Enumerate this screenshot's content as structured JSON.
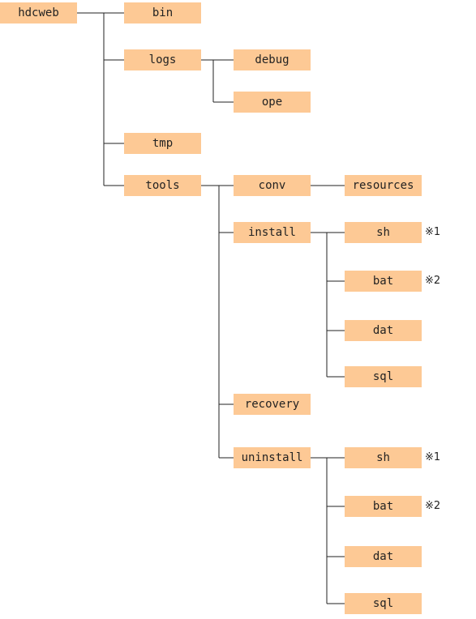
{
  "tree": {
    "root": "hdcweb",
    "bin": "bin",
    "logs": "logs",
    "logs_debug": "debug",
    "logs_ope": "ope",
    "tmp": "tmp",
    "tools": "tools",
    "conv": "conv",
    "conv_resources": "resources",
    "install": "install",
    "install_sh": "sh",
    "install_bat": "bat",
    "install_dat": "dat",
    "install_sql": "sql",
    "recovery": "recovery",
    "uninstall": "uninstall",
    "uninstall_sh": "sh",
    "uninstall_bat": "bat",
    "uninstall_dat": "dat",
    "uninstall_sql": "sql"
  },
  "notes": {
    "note1": "※1",
    "note2": "※2"
  },
  "colors": {
    "node_fill": "#fdc995",
    "line": "#222222"
  }
}
